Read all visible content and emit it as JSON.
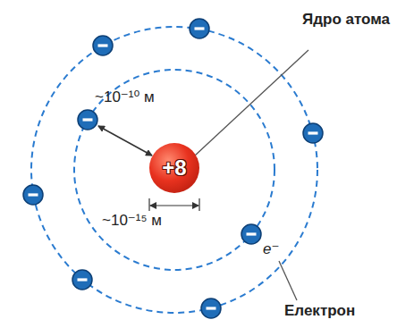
{
  "diagram": {
    "nodes": [
      {
        "text": [
          "+8"
        ]
      }
    ],
    "labels": [
      "Ядро атома",
      "~10⁻¹⁰ м",
      "~10⁻¹⁵ м",
      "e⁻",
      "Електрон"
    ]
  }
}
